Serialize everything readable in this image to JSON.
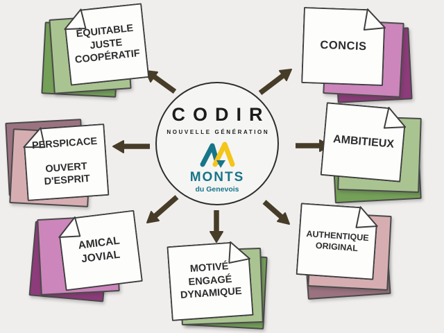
{
  "center": {
    "title": "CODIR",
    "subtitle": "NOUVELLE GÉNÉRATION",
    "logo_name": "MONTS",
    "logo_tagline": "du Genevois"
  },
  "notes": {
    "top_left": {
      "lines": [
        "ÉQUITABLE",
        "JUSTE",
        "COOPÉRATIF"
      ]
    },
    "top_right": {
      "lines": [
        "CONCIS"
      ]
    },
    "left": {
      "lines": [
        "PERSPICACE",
        "OUVERT",
        "D'ESPRIT"
      ]
    },
    "right": {
      "lines": [
        "AMBITIEUX"
      ]
    },
    "bottom_left": {
      "lines": [
        "AMICAL",
        "JOVIAL"
      ]
    },
    "bottom_center": {
      "lines": [
        "MOTIVÉ",
        "ENGAGÉ",
        "DYNAMIQUE"
      ]
    },
    "bottom_right": {
      "lines": [
        "AUTHENTIQUE",
        "ORIGINAL"
      ]
    }
  },
  "colors": {
    "background": "#efeeec",
    "arrow": "#473c28",
    "teal": "#17758a",
    "yellow": "#f4c51a",
    "green_back": "#74a058",
    "green_mid": "#a9c491",
    "pink_mid": "#cc86bb",
    "magenta_back": "#8d3b7a",
    "rose_mid": "#d6aeb1",
    "mauve_back": "#9b7380",
    "note_white": "#fdfdfc",
    "outline": "#3e3e3e",
    "text": "#2d2d2d"
  }
}
